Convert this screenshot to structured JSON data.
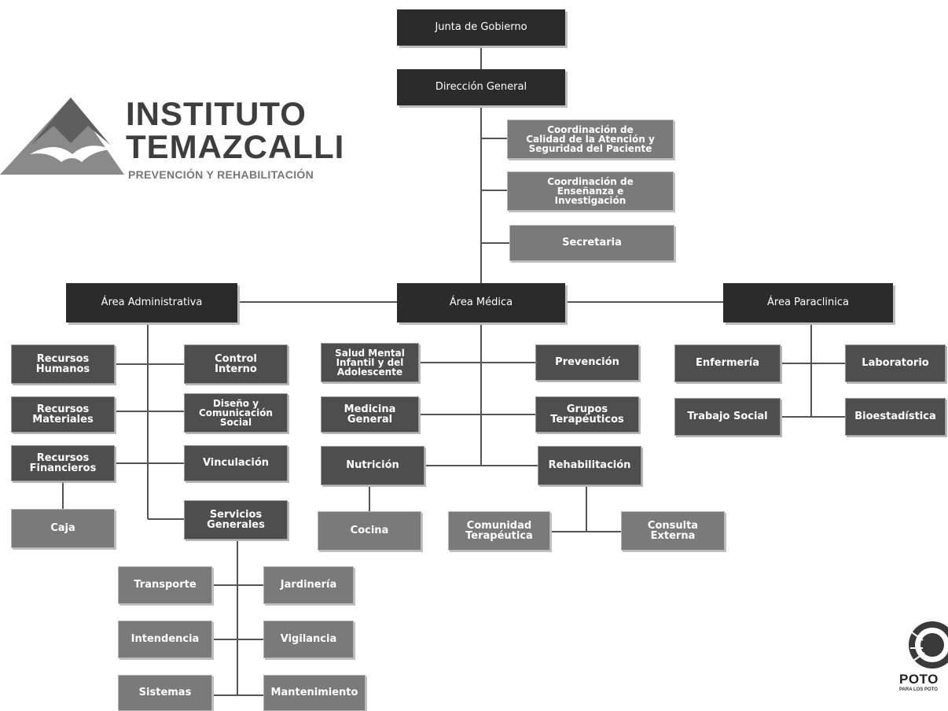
{
  "logo": {
    "line1": "INSTITUTO",
    "line2": "TEMAZCALLI",
    "tagline": "PREVENCIÓN Y REHABILITACIÓN"
  },
  "boxes": {
    "junta": "Junta de Gobierno",
    "direccion": "Dirección General",
    "coord_calidad": "Coordinación de\nCalidad de la Atención y\nSeguridad del Paciente",
    "coord_ensenanza": "Coordinación de\nEnseñanza e\nInvestigación",
    "secretaria": "Secretaria",
    "area_admin": "Área Administrativa",
    "area_medica": "Área Médica",
    "area_paraclinica": "Área Paraclinica",
    "rh": "Recursos\nHumanos",
    "control": "Control\nInterno",
    "rm": "Recursos\nMateriales",
    "diseno": "Diseño y\nComunicación\nSocial",
    "rf": "Recursos\nFinancieros",
    "vinculacion": "Vinculación",
    "caja": "Caja",
    "servicios": "Servicios\nGenerales",
    "transporte": "Transporte",
    "jardineria": "Jardinería",
    "intendencia": "Intendencia",
    "vigilancia": "Vigilancia",
    "sistemas": "Sistemas",
    "mantenimiento": "Mantenimiento",
    "salud_mental": "Salud Mental\nInfantil y del\nAdolescente",
    "prevencion": "Prevención",
    "medicina": "Medicina\nGeneral",
    "grupos": "Grupos\nTerapéuticos",
    "nutricion": "Nutrición",
    "rehabilitacion": "Rehabilitación",
    "cocina": "Cocina",
    "comunidad": "Comunidad\nTerapéutica",
    "consulta": "Consulta\nExterna",
    "enfermeria": "Enfermería",
    "laboratorio": "Laboratorio",
    "trabajo_social": "Trabajo Social",
    "bioestadistica": "Bioestadística"
  },
  "seal": {
    "text": "POTO",
    "subtext": "PARA LOS POTO"
  }
}
